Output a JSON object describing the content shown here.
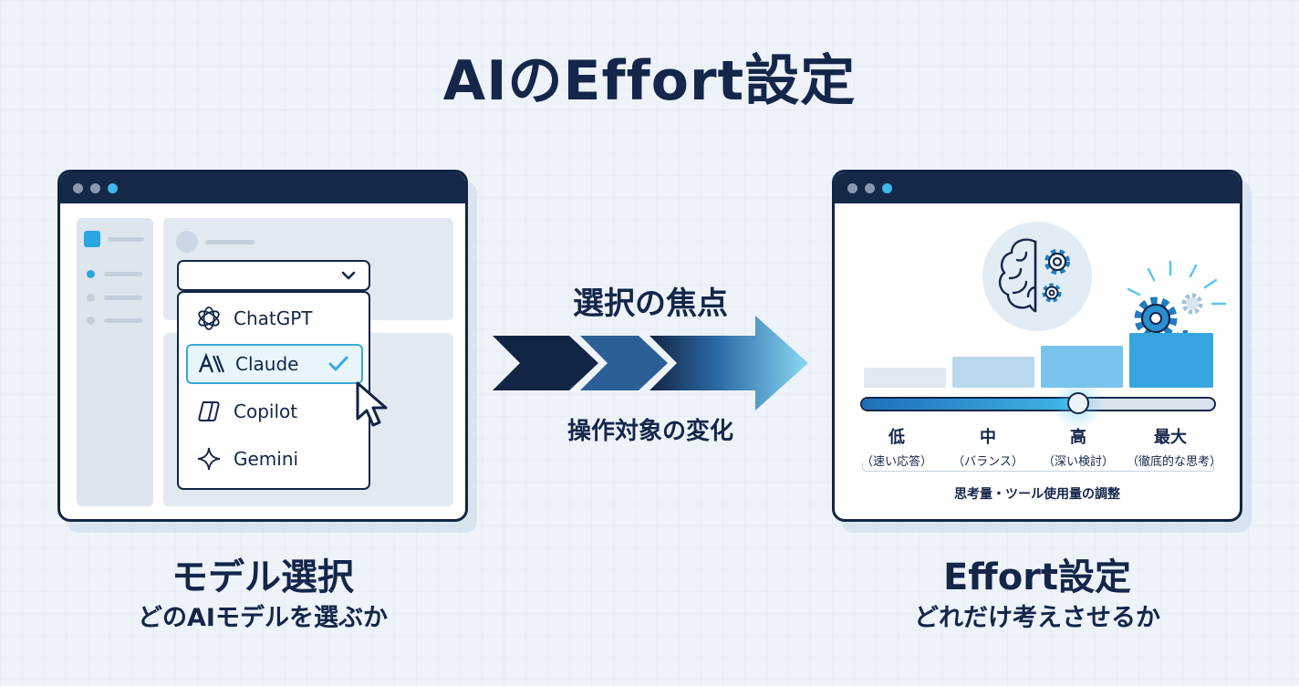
{
  "title": "AIのEffort設定",
  "left_panel": {
    "models": [
      {
        "name": "ChatGPT",
        "icon": "openai-icon"
      },
      {
        "name": "Claude",
        "icon": "anthropic-icon",
        "selected": true
      },
      {
        "name": "Copilot",
        "icon": "copilot-icon"
      },
      {
        "name": "Gemini",
        "icon": "gemini-sparkle-icon"
      }
    ],
    "caption_title": "モデル選択",
    "caption_subtitle": "どのAIモデルを選ぶか"
  },
  "middle": {
    "top_label": "選択の焦点",
    "bottom_label": "操作対象の変化"
  },
  "right_panel": {
    "levels": [
      {
        "label": "低",
        "sublabel": "（速い応答）"
      },
      {
        "label": "中",
        "sublabel": "（バランス）"
      },
      {
        "label": "高",
        "sublabel": "（深い検討）"
      },
      {
        "label": "最大",
        "sublabel": "（徹底的な思考）"
      }
    ],
    "selected_level": 2,
    "footnote": "思考量・ツール使用量の調整",
    "caption_title": "Effort設定",
    "caption_subtitle": "どれだけ考えさせるか"
  },
  "colors": {
    "navy": "#132545",
    "accent": "#3fb8e8",
    "light_blue": "#d6e9f6"
  }
}
